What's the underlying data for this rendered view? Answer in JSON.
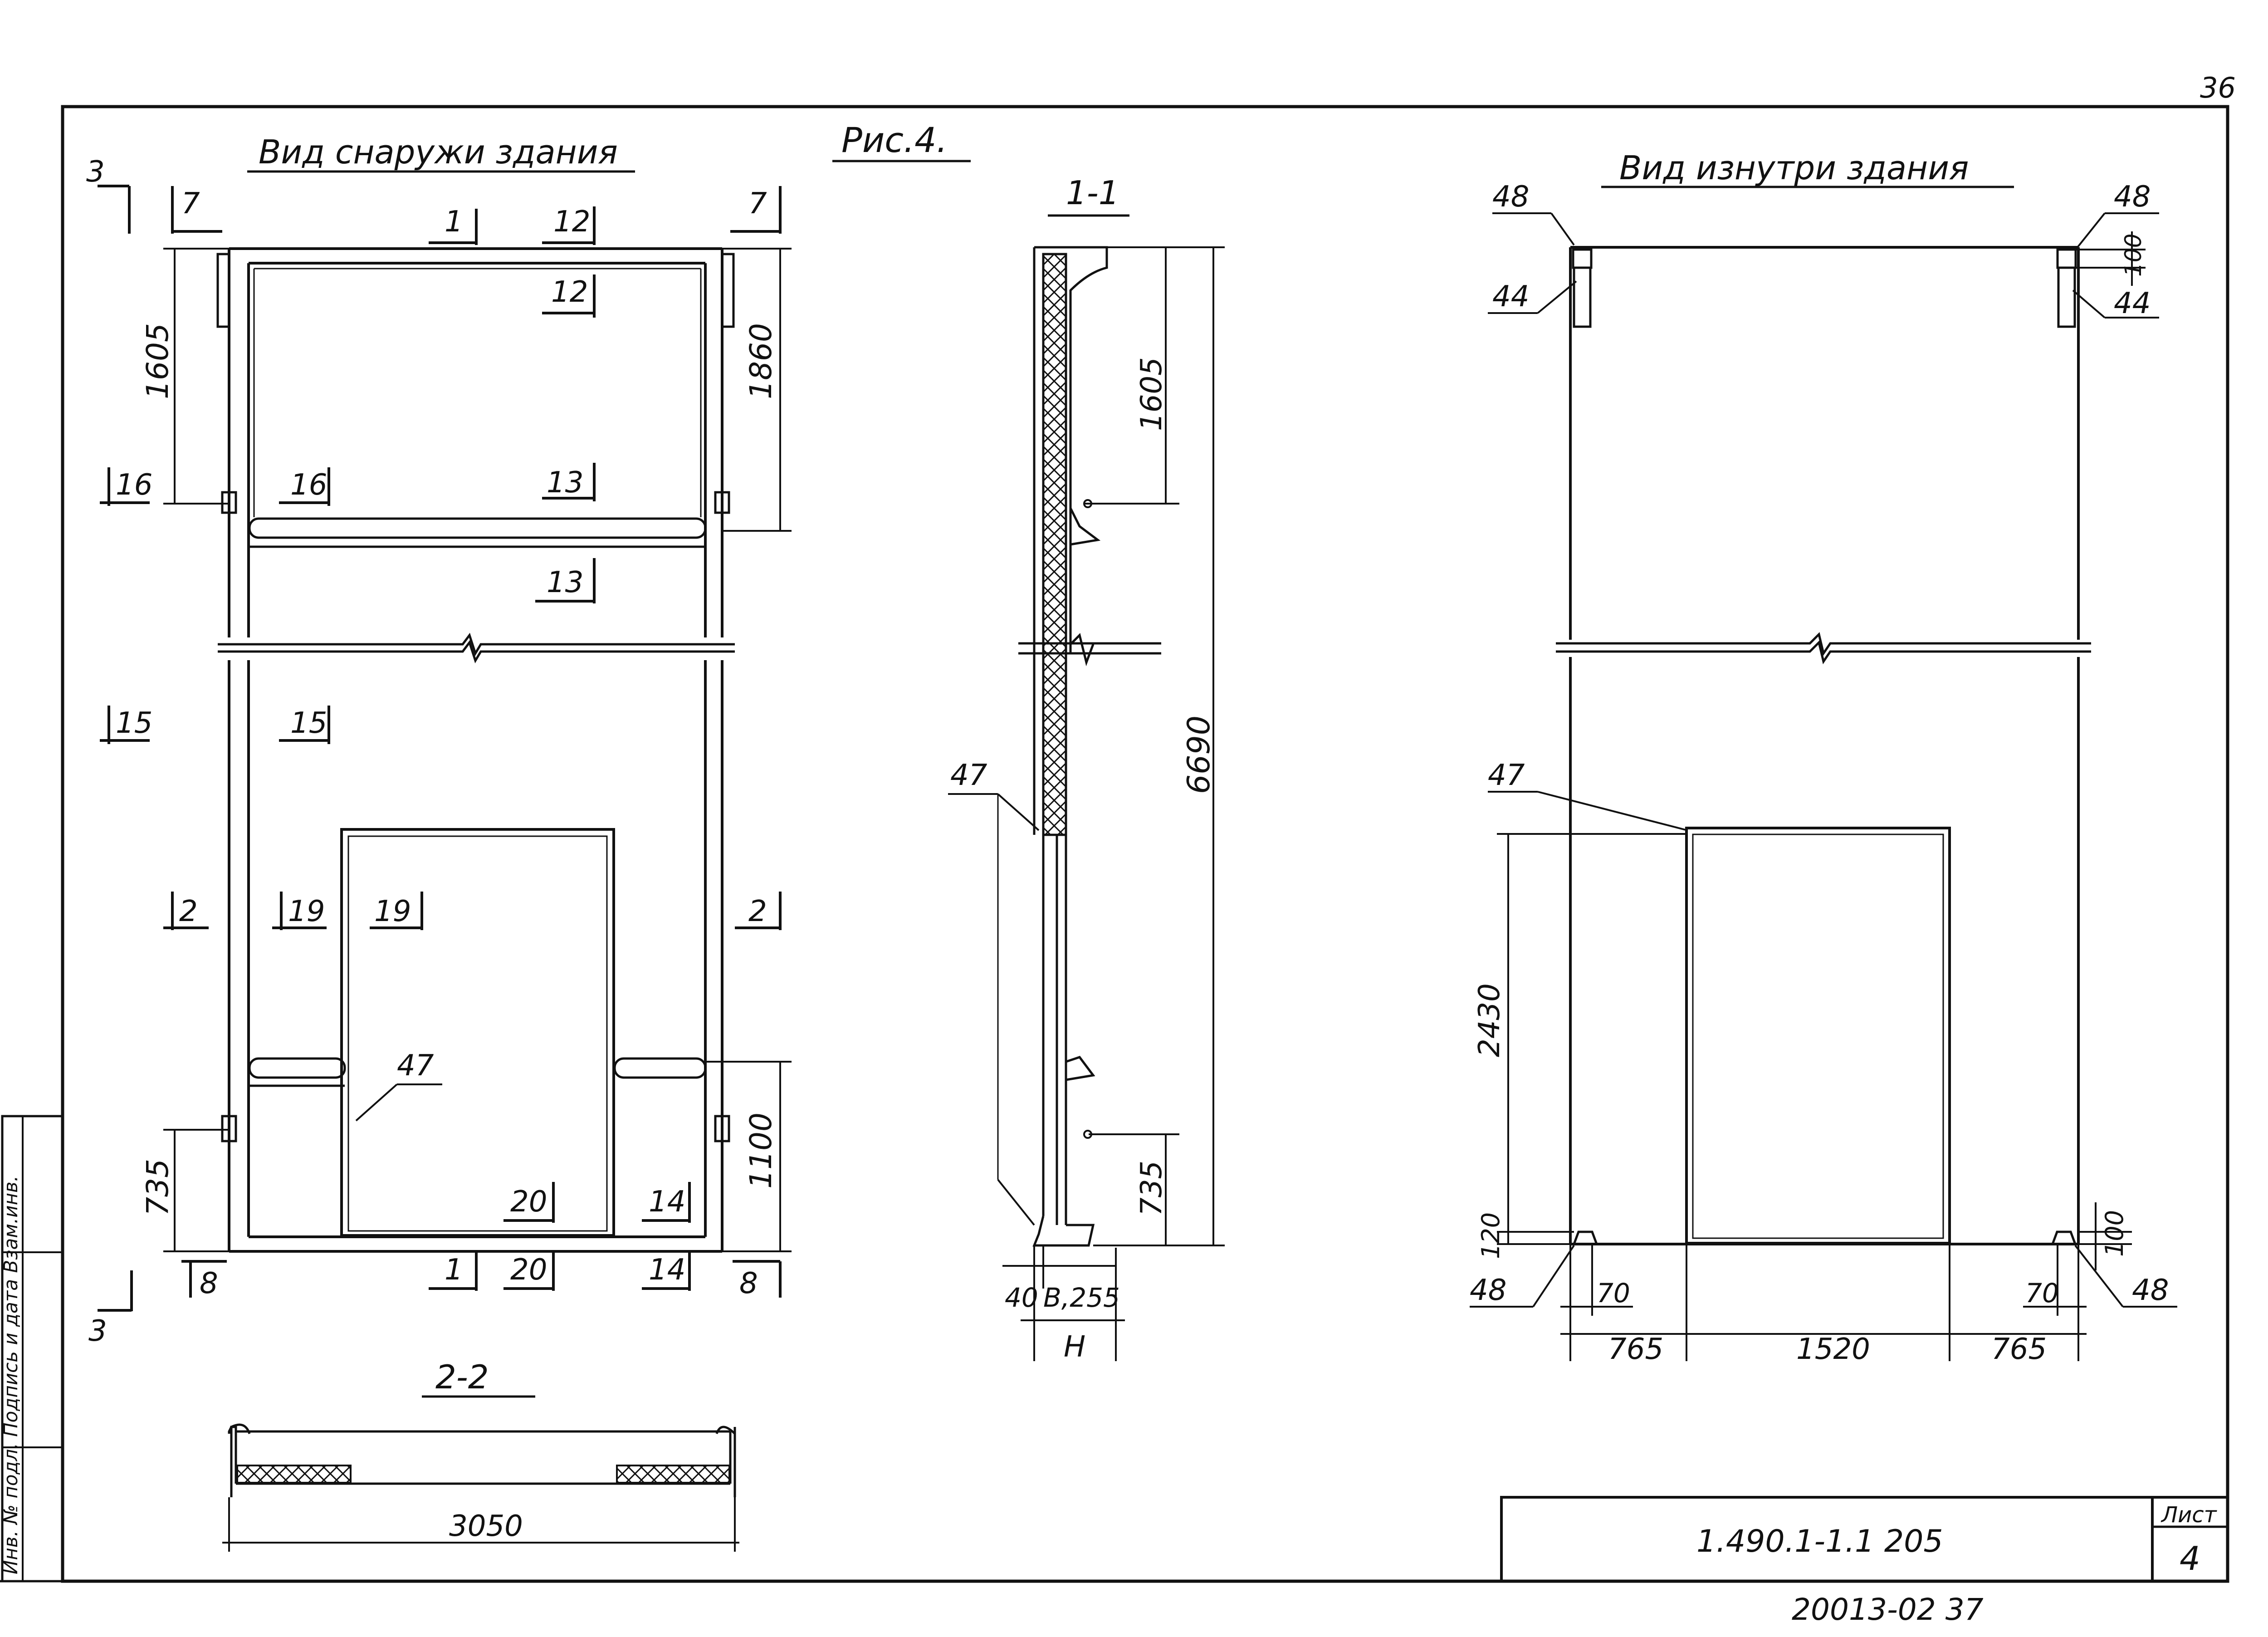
{
  "sheet": {
    "page_number": "36",
    "figure_label": "Рис.4.",
    "designation": "1.490.1-1.1 205",
    "sheet_header": "Лист",
    "sheet_number": "4",
    "archive_number": "20013-02  37",
    "side_stamp": "Инв. № подл.  Подпись и дата  Взам.инв."
  },
  "views": {
    "outside_title": "Вид снаружи здания",
    "inside_title": "Вид изнутри здания",
    "section_1_title": "1-1",
    "section_2_title": "2-2"
  },
  "outside_view": {
    "section_marks": [
      "3",
      "7",
      "7",
      "1",
      "12",
      "12",
      "16",
      "16",
      "13",
      "13",
      "15",
      "15",
      "2",
      "19",
      "19",
      "2",
      "20",
      "14",
      "1",
      "20",
      "14",
      "8",
      "8",
      "3"
    ],
    "dimensions": {
      "top_left_vertical": "1605",
      "top_right_vertical": "1860",
      "bottom_left_vertical": "735",
      "bottom_right_vertical": "1100"
    },
    "callout": "47"
  },
  "section_1_1": {
    "dimensions": {
      "upper": "1605",
      "overall": "6690",
      "lower": "735",
      "left_offset": "40",
      "b_width": "B,255",
      "h_label": "H"
    },
    "callout": "47"
  },
  "section_2_2": {
    "width": "3050"
  },
  "inside_view": {
    "callouts": {
      "top_left_48": "48",
      "top_left_44": "44",
      "top_right_48": "48",
      "top_right_44": "44",
      "opening": "47",
      "bottom_left_48": "48",
      "bottom_right_48": "48"
    },
    "dimensions": {
      "top_right_small": "100",
      "opening_height": "2430",
      "bottom_left_small": "120",
      "bottom_right_small": "100",
      "left_70": "70",
      "right_70": "70",
      "left_765": "765",
      "middle_1520": "1520",
      "right_765": "765"
    }
  }
}
